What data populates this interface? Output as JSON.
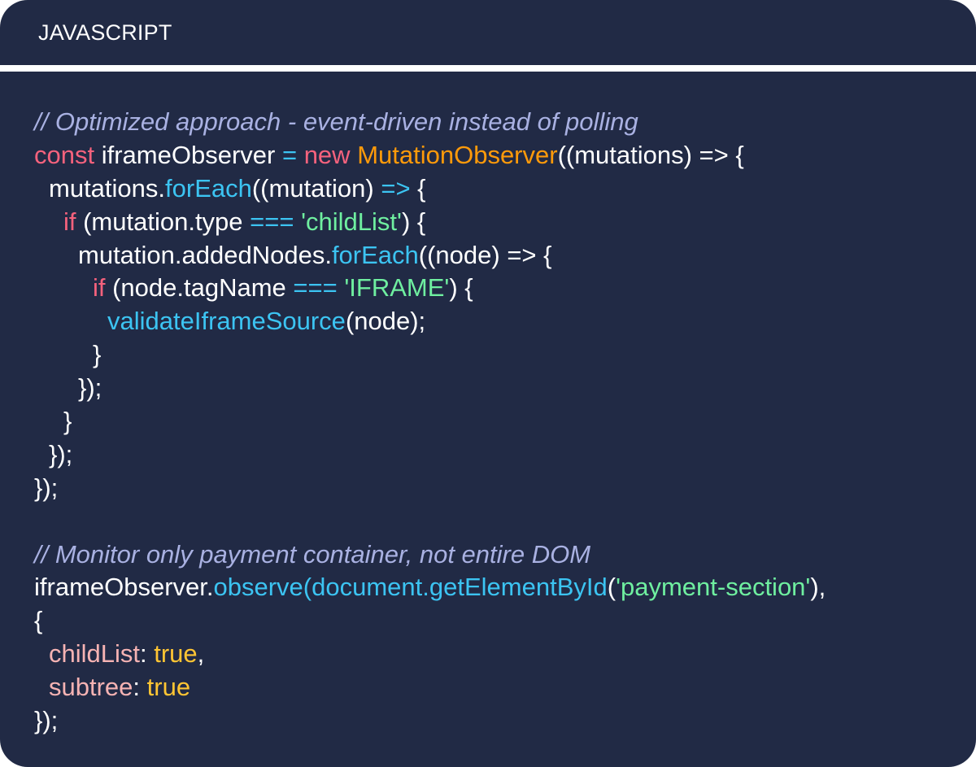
{
  "header": {
    "language": "JAVASCRIPT"
  },
  "colors": {
    "background": "#212a45",
    "comment": "#a9b1e2",
    "keyword": "#f5627d",
    "function": "#3cc4f2",
    "class": "#ff9a0a",
    "string": "#6fefa0",
    "property": "#f6b3b3",
    "boolean": "#ffc533"
  },
  "code_lines": [
    {
      "indent": 0,
      "tokens": [
        {
          "t": "// Optimized approach - event-driven instead of polling",
          "c": "comment"
        }
      ]
    },
    {
      "indent": 0,
      "tokens": [
        {
          "t": "const",
          "c": "kw"
        },
        {
          "t": " iframeObserver ",
          "c": "plain"
        },
        {
          "t": "=",
          "c": "fn"
        },
        {
          "t": " ",
          "c": "plain"
        },
        {
          "t": "new",
          "c": "kw"
        },
        {
          "t": " ",
          "c": "plain"
        },
        {
          "t": "MutationObserver",
          "c": "cls"
        },
        {
          "t": "((mutations) => {",
          "c": "plain"
        }
      ]
    },
    {
      "indent": 1,
      "tokens": [
        {
          "t": "mutations.",
          "c": "plain"
        },
        {
          "t": "forEach",
          "c": "fn"
        },
        {
          "t": "((mutation) ",
          "c": "plain"
        },
        {
          "t": "=>",
          "c": "fn"
        },
        {
          "t": " {",
          "c": "plain"
        }
      ]
    },
    {
      "indent": 2,
      "tokens": [
        {
          "t": "if",
          "c": "kw"
        },
        {
          "t": " (mutation.type ",
          "c": "plain"
        },
        {
          "t": "===",
          "c": "fn"
        },
        {
          "t": " ",
          "c": "plain"
        },
        {
          "t": "'childList'",
          "c": "str"
        },
        {
          "t": ") {",
          "c": "plain"
        }
      ]
    },
    {
      "indent": 3,
      "tokens": [
        {
          "t": "mutation.addedNodes.",
          "c": "plain"
        },
        {
          "t": "forEach",
          "c": "fn"
        },
        {
          "t": "((node) => {",
          "c": "plain"
        }
      ]
    },
    {
      "indent": 4,
      "tokens": [
        {
          "t": "if",
          "c": "kw"
        },
        {
          "t": " (node.tagName ",
          "c": "plain"
        },
        {
          "t": "===",
          "c": "fn"
        },
        {
          "t": " ",
          "c": "plain"
        },
        {
          "t": "'IFRAME'",
          "c": "str"
        },
        {
          "t": ") {",
          "c": "plain"
        }
      ]
    },
    {
      "indent": 5,
      "tokens": [
        {
          "t": "validateIframeSource",
          "c": "fn"
        },
        {
          "t": "(node);",
          "c": "plain"
        }
      ]
    },
    {
      "indent": 4,
      "tokens": [
        {
          "t": "}",
          "c": "plain"
        }
      ]
    },
    {
      "indent": 3,
      "tokens": [
        {
          "t": "});",
          "c": "plain"
        }
      ]
    },
    {
      "indent": 2,
      "tokens": [
        {
          "t": "}",
          "c": "plain"
        }
      ]
    },
    {
      "indent": 1,
      "tokens": [
        {
          "t": "});",
          "c": "plain"
        }
      ]
    },
    {
      "indent": 0,
      "tokens": [
        {
          "t": "});",
          "c": "plain"
        }
      ]
    },
    {
      "indent": 0,
      "tokens": []
    },
    {
      "indent": 0,
      "tokens": [
        {
          "t": "// Monitor only payment container, not entire DOM",
          "c": "comment"
        }
      ]
    },
    {
      "indent": 0,
      "tokens": [
        {
          "t": "iframeObserver.",
          "c": "plain"
        },
        {
          "t": "observe(document.getElementById",
          "c": "fn"
        },
        {
          "t": "(",
          "c": "plain"
        },
        {
          "t": "'payment-section'",
          "c": "str"
        },
        {
          "t": "),",
          "c": "plain"
        }
      ]
    },
    {
      "indent": 0,
      "tokens": [
        {
          "t": "{",
          "c": "plain"
        }
      ]
    },
    {
      "indent": 1,
      "tokens": [
        {
          "t": "childList",
          "c": "prop"
        },
        {
          "t": ": ",
          "c": "plain"
        },
        {
          "t": "true",
          "c": "bool"
        },
        {
          "t": ",",
          "c": "plain"
        }
      ]
    },
    {
      "indent": 1,
      "tokens": [
        {
          "t": "subtree",
          "c": "prop"
        },
        {
          "t": ": ",
          "c": "plain"
        },
        {
          "t": "true",
          "c": "bool"
        }
      ]
    },
    {
      "indent": 0,
      "tokens": [
        {
          "t": "});",
          "c": "plain"
        }
      ]
    }
  ]
}
